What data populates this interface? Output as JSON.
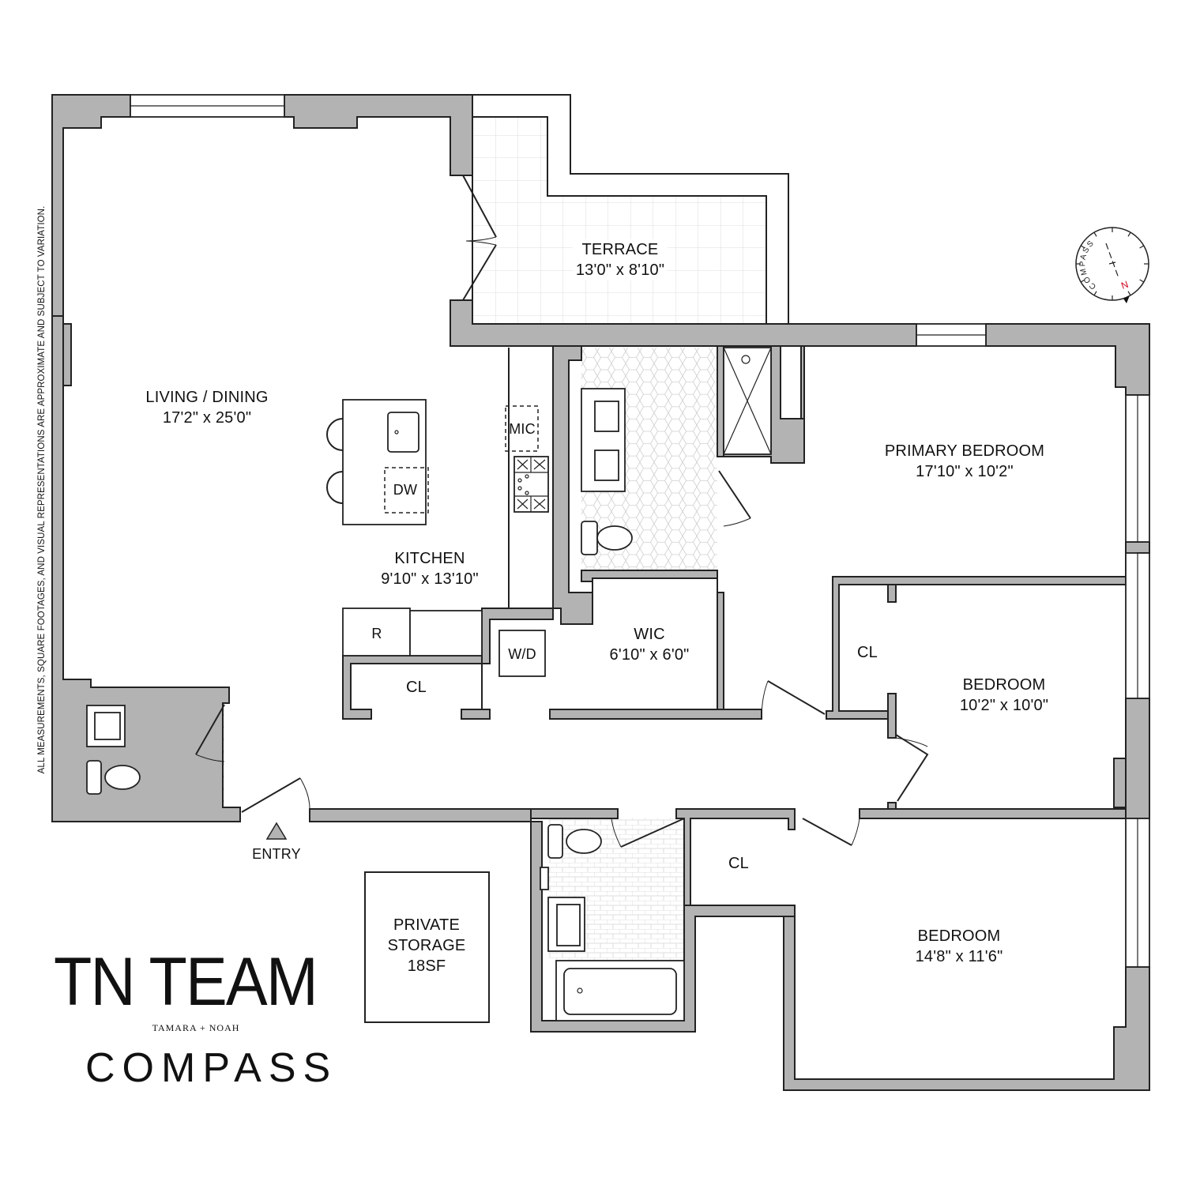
{
  "disclaimer": "ALL MEASUREMENTS, SQUARE FOOTAGES, AND VISUAL REPRESENTATIONS ARE APPROXIMATE AND SUBJECT TO VARIATION.",
  "rooms": {
    "living": {
      "name": "LIVING / DINING",
      "size": "17'2\" x 25'0\""
    },
    "terrace": {
      "name": "TERRACE",
      "size": "13'0\" x 8'10\""
    },
    "kitchen": {
      "name": "KITCHEN",
      "size": "9'10\" x 13'10\""
    },
    "primary_bedroom": {
      "name": "PRIMARY BEDROOM",
      "size": "17'10\" x 10'2\""
    },
    "wic": {
      "name": "WIC",
      "size": "6'10\" x 6'0\""
    },
    "bedroom2": {
      "name": "BEDROOM",
      "size": "10'2\" x 10'0\""
    },
    "bedroom3": {
      "name": "BEDROOM",
      "size": "14'8\" x 11'6\""
    },
    "storage": {
      "line1": "PRIVATE",
      "line2": "STORAGE",
      "line3": "18SF"
    }
  },
  "fixtures": {
    "mic": "MIC",
    "dw": "DW",
    "fridge": "R",
    "washer_dryer": "W/D",
    "closet_kitchen": "CL",
    "closet_bedroom": "CL",
    "closet_hall": "CL"
  },
  "entry": {
    "label": "ENTRY"
  },
  "compass_rose": {
    "text": "COMPASS",
    "north": "N",
    "north_color": "#d0021b"
  },
  "branding": {
    "team": "TN TEAM",
    "subtitle": "TAMARA + NOAH",
    "brokerage": "COMPASS"
  },
  "colors": {
    "wall": "#b3b3b3",
    "line": "#222222",
    "background": "#ffffff"
  }
}
